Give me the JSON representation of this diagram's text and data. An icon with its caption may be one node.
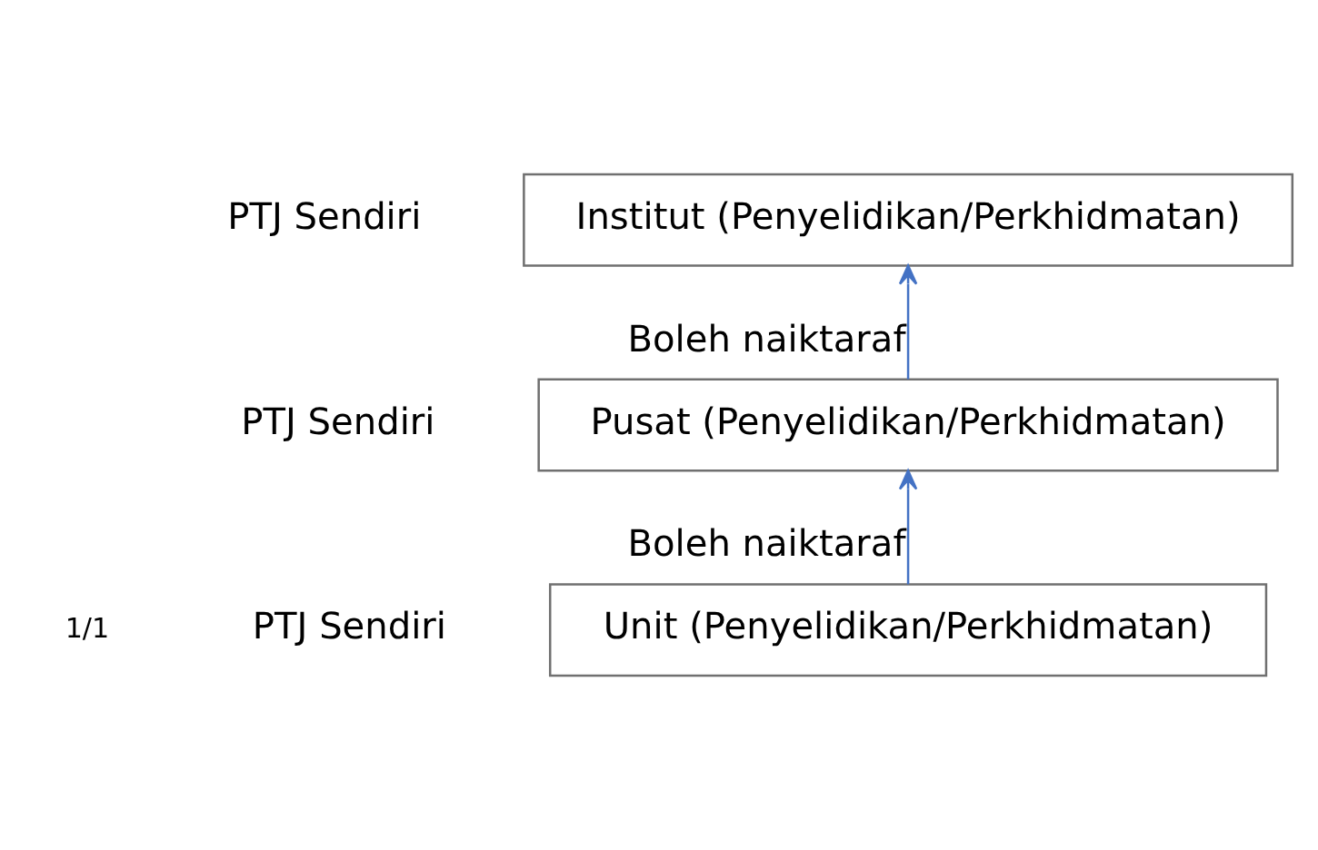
{
  "diagram": {
    "nodes": [
      {
        "text": [
          "Institut (Penyelidikan/Perkhidmatan)"
        ],
        "beside": [
          "PTJ Sendiri"
        ]
      },
      {
        "text": [
          "Pusat (Penyelidikan/Perkhidmatan)"
        ],
        "beside": [
          "PTJ Sendiri"
        ]
      },
      {
        "text": [
          "Unit (Penyelidikan/Perkhidmatan)"
        ],
        "beside": [
          "PTJ Sendiri"
        ]
      }
    ],
    "edges": [
      {
        "from": 1,
        "to": 0,
        "arrow": "to",
        "label": "Boleh naiktaraf"
      },
      {
        "from": 2,
        "to": 1,
        "arrow": "to",
        "label": "Boleh naiktaraf"
      }
    ],
    "labels": [
      "1/1"
    ]
  }
}
